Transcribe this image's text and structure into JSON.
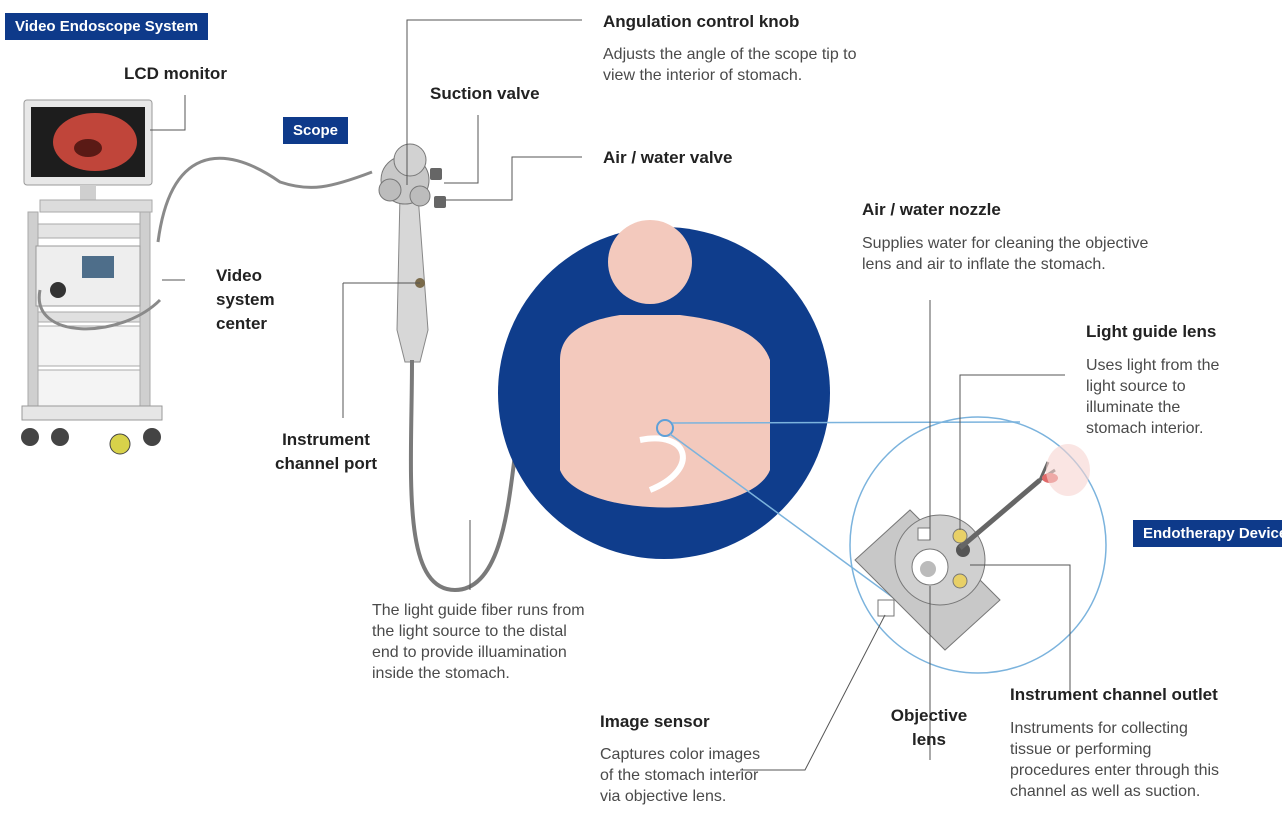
{
  "badges": {
    "system": "Video Endoscope System",
    "scope": "Scope",
    "endotherapy": "Endotherapy Devices"
  },
  "labels": {
    "lcd_monitor": "LCD monitor",
    "video_center": [
      "Video",
      "system",
      "center"
    ],
    "suction_valve": "Suction valve",
    "angulation_knob": "Angulation control knob",
    "air_water_valve": "Air / water valve",
    "air_water_nozzle": "Air / water nozzle",
    "light_guide_lens": "Light guide lens",
    "instrument_port": [
      "Instrument",
      "channel port"
    ],
    "image_sensor": "Image sensor",
    "objective_lens": [
      "Objective",
      "lens"
    ],
    "instrument_outlet": "Instrument channel outlet"
  },
  "descriptions": {
    "angulation_knob": [
      "Adjusts the angle of the scope tip to",
      "view the interior of stomach."
    ],
    "air_water_nozzle": [
      "Supplies water for cleaning the objective",
      "lens and air to inflate the stomach."
    ],
    "light_guide_lens": [
      "Uses light from the",
      "light source to",
      "illuminate the",
      "stomach interior."
    ],
    "light_guide_fiber": [
      "The light guide fiber runs from",
      "the light source to the distal",
      "end to provide illuamination",
      "inside the stomach."
    ],
    "image_sensor": [
      "Captures color images",
      "of the stomach interior",
      "via objective lens."
    ],
    "instrument_outlet": [
      "Instruments for collecting",
      "tissue or performing",
      "procedures enter through this",
      "channel as well as suction."
    ]
  },
  "colors": {
    "brand_blue": "#0e3a8a",
    "body_skin": "#f3c9bd",
    "circle_outline": "#7bb3dd"
  }
}
